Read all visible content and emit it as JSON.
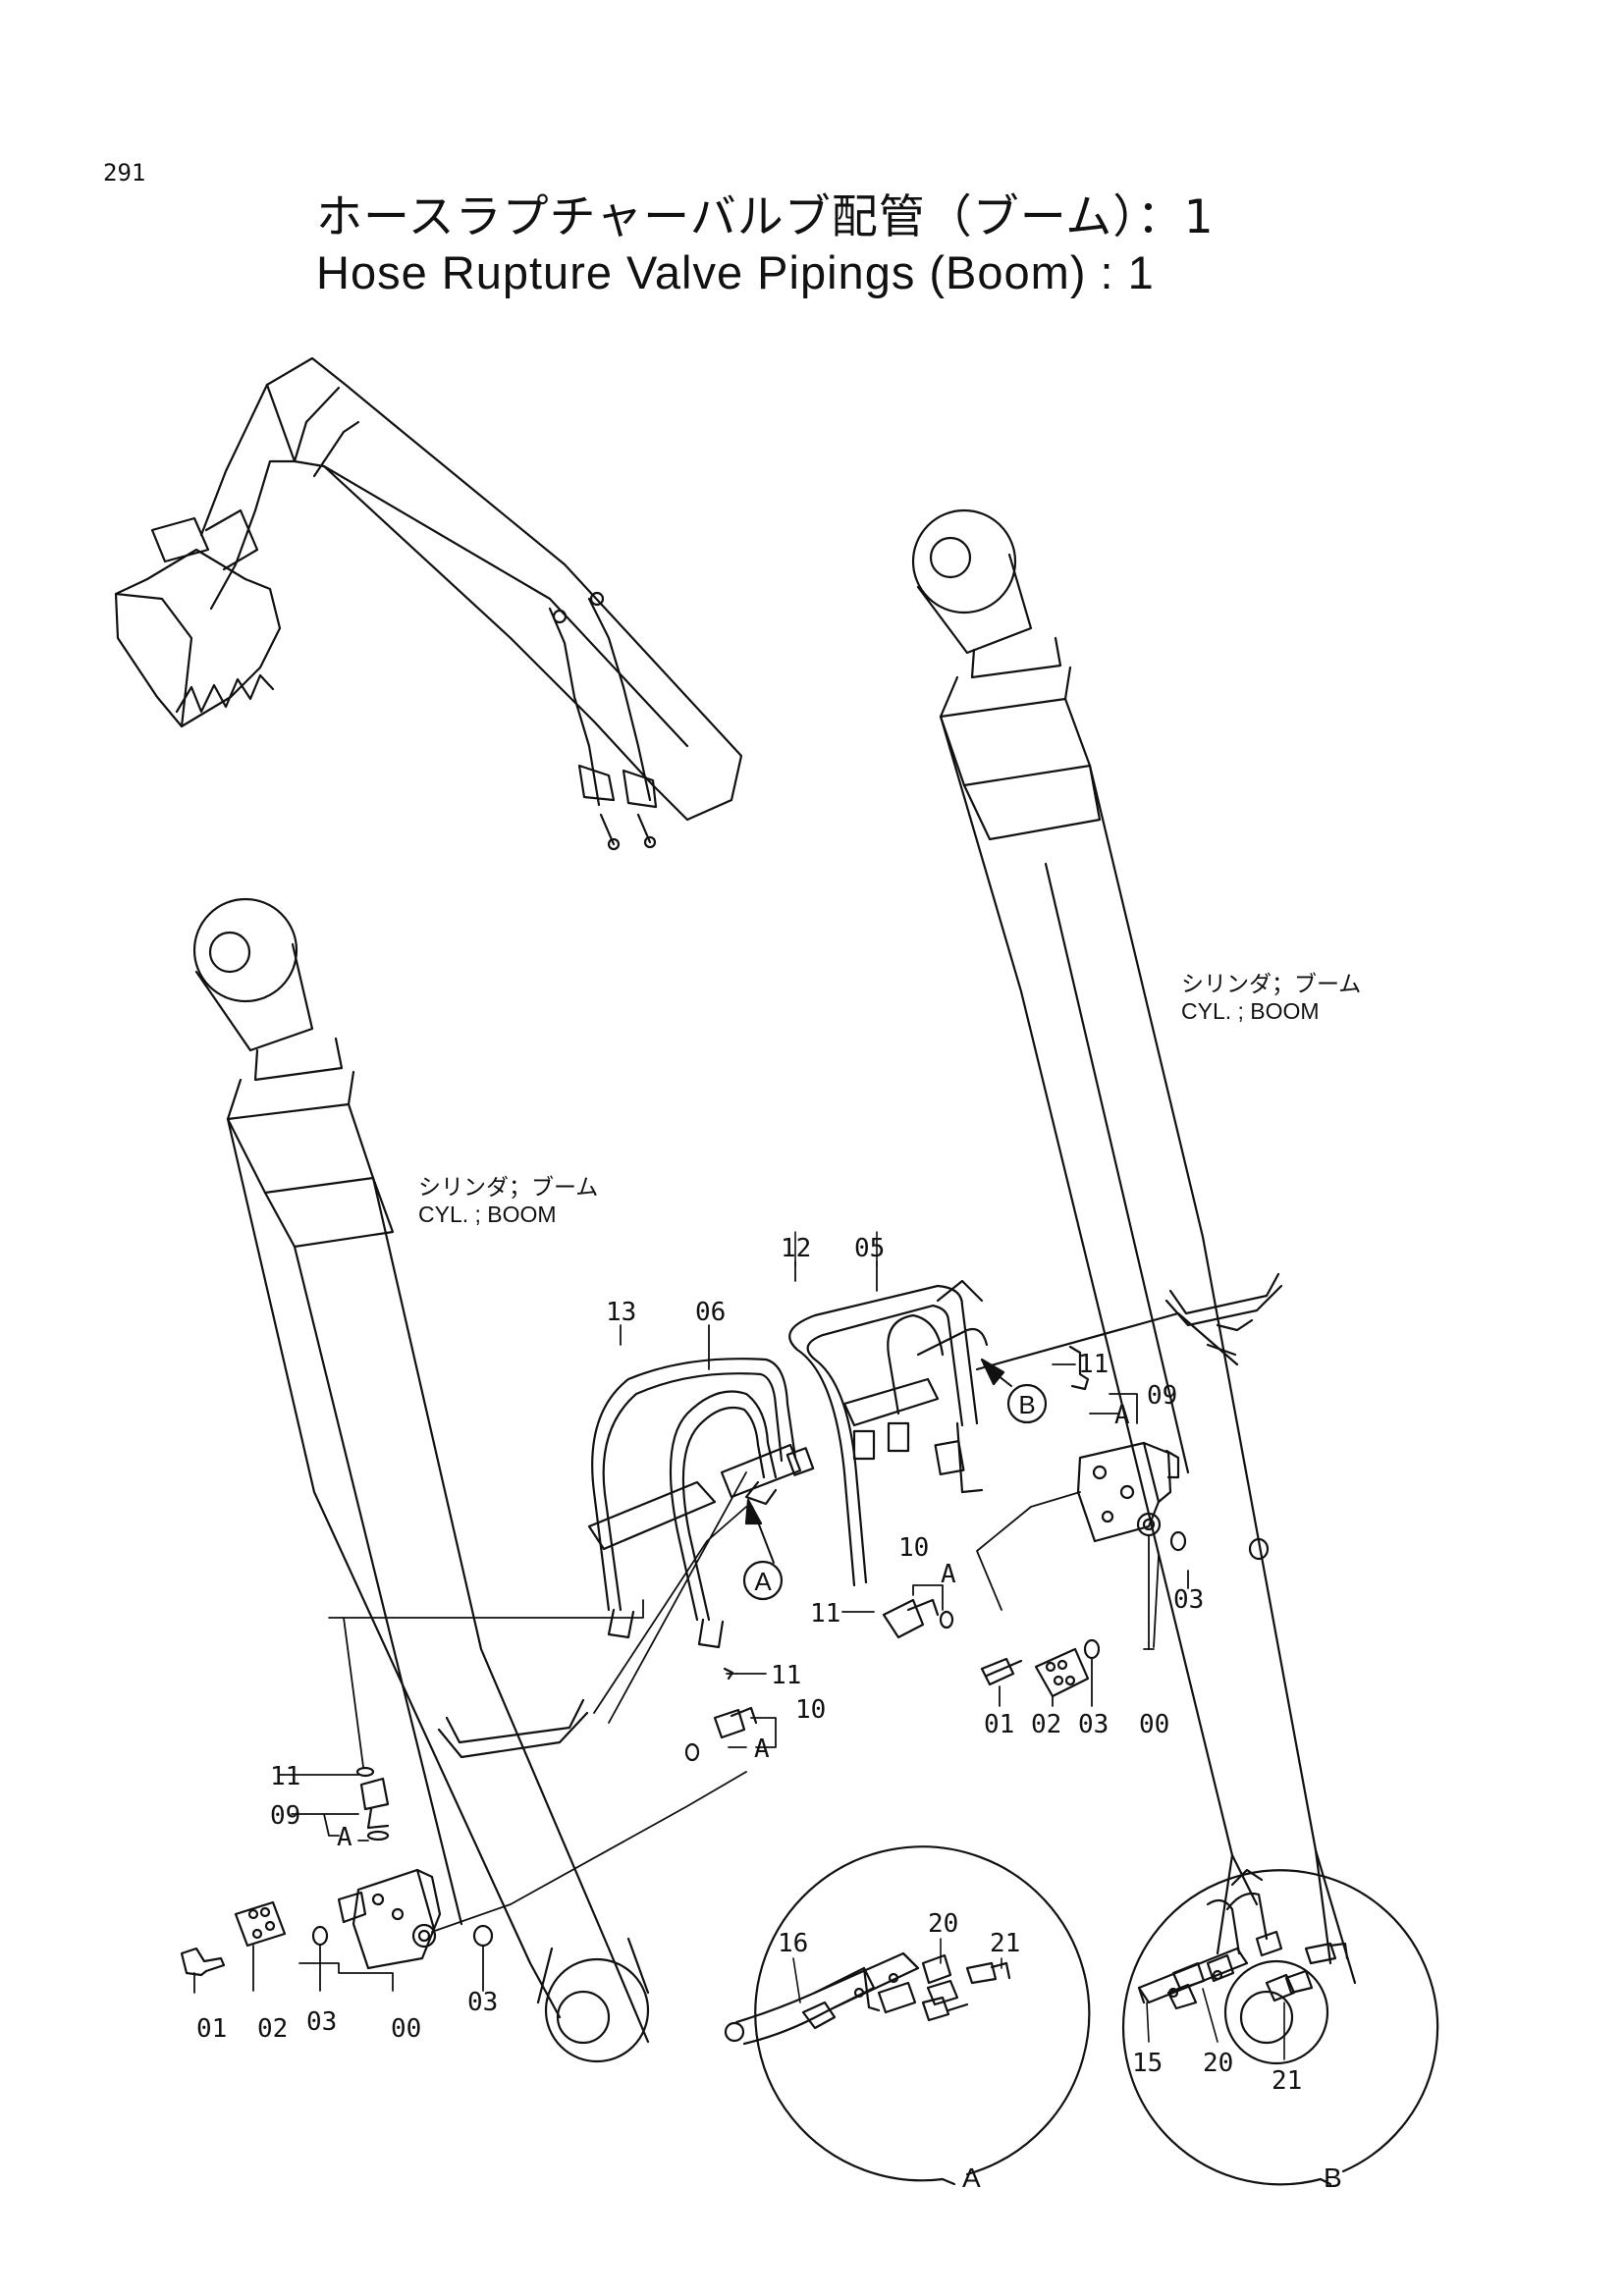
{
  "page_number": "291",
  "title_jp": "ホースラプチャーバルブ配管（ブーム）：1",
  "title_en": "Hose Rupture Valve Pipings (Boom) : 1",
  "cylinder_left": {
    "jp": "シリンダ；ブーム",
    "en": "CYL. ; BOOM"
  },
  "cylinder_right": {
    "jp": "シリンダ；ブーム",
    "en": "CYL. ; BOOM"
  },
  "callout_a": "A",
  "callout_b": "B",
  "part_labels": {
    "left_11_top": "11",
    "left_10": "10",
    "left_a_bracket": "A",
    "left_11_valve": "11",
    "left_09": "09",
    "left_a_valve": "A",
    "left_01": "01",
    "left_02": "02",
    "left_03_a": "03",
    "left_00": "00",
    "left_03_b": "03",
    "left_13": "13",
    "left_06": "06",
    "right_12": "12",
    "right_05": "05",
    "right_11_top": "11",
    "right_09": "09",
    "right_a_valve": "A",
    "right_10": "10",
    "right_a_bracket": "A",
    "right_11_mid": "11",
    "right_03_side": "03",
    "right_01": "01",
    "right_02": "02",
    "right_03_bottom": "03",
    "right_00": "00",
    "detail_a_16": "16",
    "detail_a_20": "20",
    "detail_a_21": "21",
    "detail_a_name": "A",
    "detail_b_15": "15",
    "detail_b_20": "20",
    "detail_b_21": "21",
    "detail_b_name": "B"
  }
}
